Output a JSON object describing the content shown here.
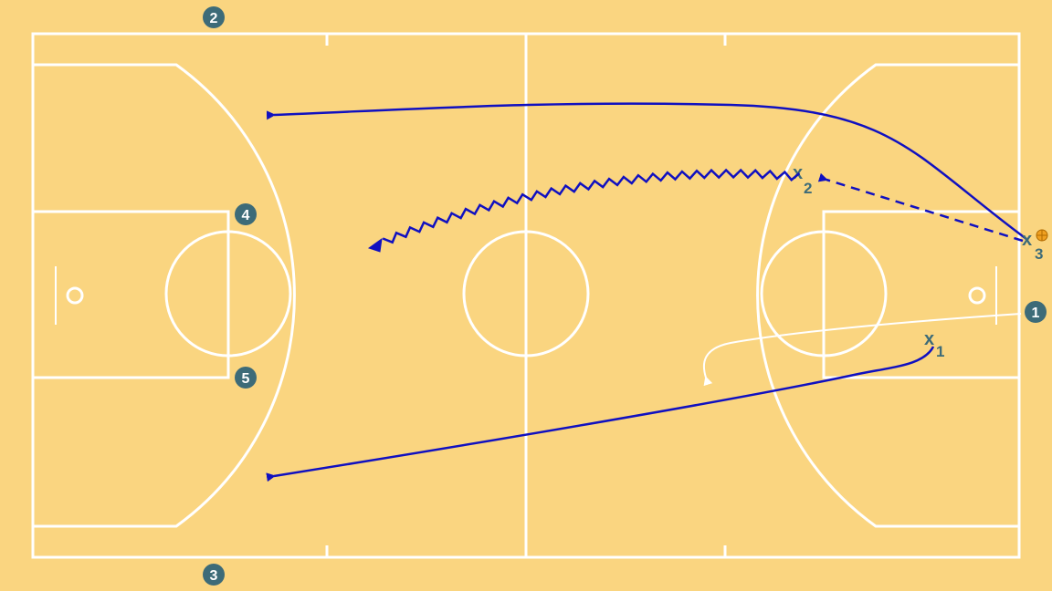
{
  "colors": {
    "court": "#fad580",
    "lines": "#ffffff",
    "action": "#1010c0",
    "player_fill": "#3d6b78",
    "ball": "#f0a020"
  },
  "offense": [
    {
      "number": "1"
    },
    {
      "number": "2"
    },
    {
      "number": "3"
    },
    {
      "number": "4"
    },
    {
      "number": "5"
    }
  ],
  "defense": [
    {
      "mark": "x",
      "number": "1"
    },
    {
      "mark": "x",
      "number": "2"
    },
    {
      "mark": "x",
      "number": "3"
    }
  ],
  "actions": [
    {
      "type": "run",
      "from": "x3",
      "to": "left-wing-top"
    },
    {
      "type": "pass",
      "from": "x3",
      "to": "x2"
    },
    {
      "type": "dribble",
      "from": "x2",
      "to": "midcourt-left"
    },
    {
      "type": "run",
      "from": "x1",
      "to": "left-wing-bottom"
    },
    {
      "type": "pass",
      "from": "player-1",
      "to": "x1-area"
    }
  ],
  "ball_holder": "x3"
}
